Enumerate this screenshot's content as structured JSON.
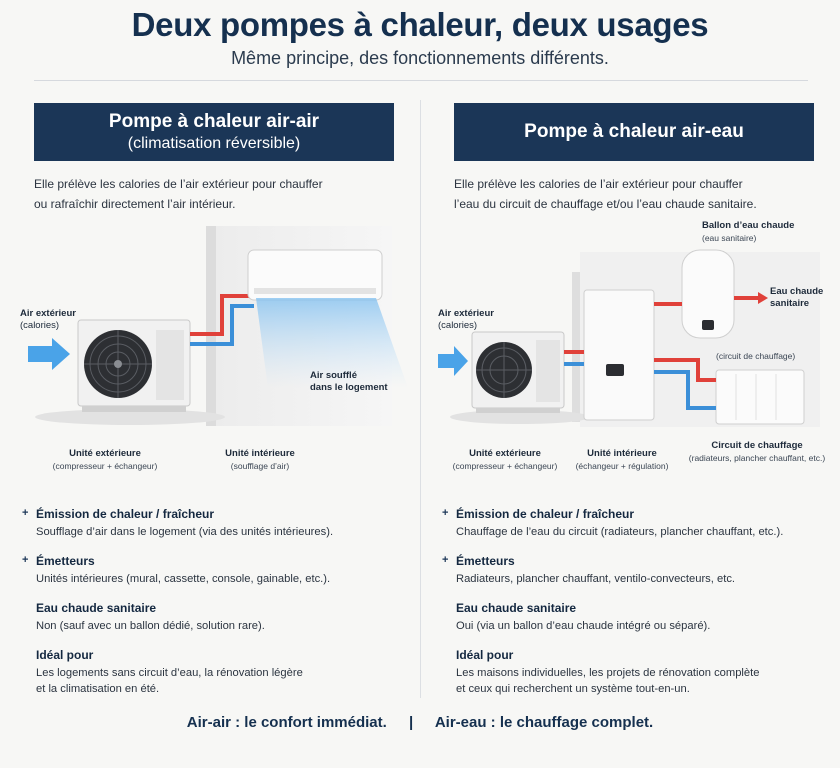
{
  "header": {
    "title": "Deux pompes à chaleur, deux usages",
    "subtitle": "Même principe, des fonctionnements différents."
  },
  "colors": {
    "navy": "#1b3657",
    "hot_pipe": "#e0413a",
    "cold_pipe": "#3b8fd8",
    "air_arrow": "#4aa3e8"
  },
  "air_air": {
    "title": "Pompe à chaleur air-air",
    "subtitle": "(climatisation réversible)",
    "description_1": "Elle prélève les calories de l’air extérieur pour chauffer",
    "description_2": "ou rafraîchir directement l’air intérieur.",
    "labels": {
      "outside_air": "Air extérieur",
      "outside_air_sub": "(calories)",
      "blown_air_1": "Air soufflé",
      "blown_air_2": "dans le logement",
      "outdoor_unit": "Unité extérieure",
      "outdoor_unit_sub": "(compresseur + échangeur)",
      "indoor_unit": "Unité intérieure",
      "indoor_unit_sub": "(soufflage d’air)"
    },
    "features": [
      {
        "title": "Émission de chaleur / fraîcheur",
        "text": "Soufflage d’air dans le logement (via des unités intérieures)."
      },
      {
        "title": "Émetteurs",
        "text": "Unités intérieures (mural, cassette, console, gainable, etc.)."
      },
      {
        "title": "Eau chaude sanitaire",
        "text": "Non (sauf avec un ballon dédié, solution rare)."
      },
      {
        "title": "Idéal pour",
        "text": "Les logements sans circuit d’eau, la rénovation légère",
        "text_2": "et la climatisation en été."
      }
    ]
  },
  "air_eau": {
    "title": "Pompe à chaleur air-eau",
    "description_1": "Elle prélève les calories de l’air extérieur pour chauffer",
    "description_2": "l’eau du circuit de chauffage et/ou l’eau chaude sanitaire.",
    "labels": {
      "tank": "Ballon d’eau chaude",
      "tank_sub": "(eau sanitaire)",
      "dhw_1": "Eau chaude",
      "dhw_2": "sanitaire",
      "outside_air": "Air extérieur",
      "outside_air_sub": "(calories)",
      "circuit_small": "(circuit de chauffage)",
      "outdoor_unit": "Unité extérieure",
      "outdoor_unit_sub": "(compresseur + échangeur)",
      "indoor_unit": "Unité intérieure",
      "indoor_unit_sub": "(échangeur + régulation)",
      "circuit": "Circuit de chauffage",
      "circuit_sub": "(radiateurs, plancher chauffant, etc.)"
    },
    "features": [
      {
        "title": "Émission de chaleur / fraîcheur",
        "text": "Chauffage de l’eau du circuit (radiateurs, plancher chauffant, etc.)."
      },
      {
        "title": "Émetteurs",
        "text": "Radiateurs, plancher chauffant, ventilo-convecteurs, etc."
      },
      {
        "title": "Eau chaude sanitaire",
        "text": "Oui (via un ballon d’eau chaude intégré ou séparé)."
      },
      {
        "title": "Idéal pour",
        "text": "Les maisons individuelles, les projets de rénovation complète",
        "text_2": "et ceux qui recherchent un système tout-en-un."
      }
    ]
  },
  "footer": {
    "left": "Air-air : le confort immédiat.",
    "separator": "|",
    "right": "Air-eau : le chauffage complet."
  }
}
